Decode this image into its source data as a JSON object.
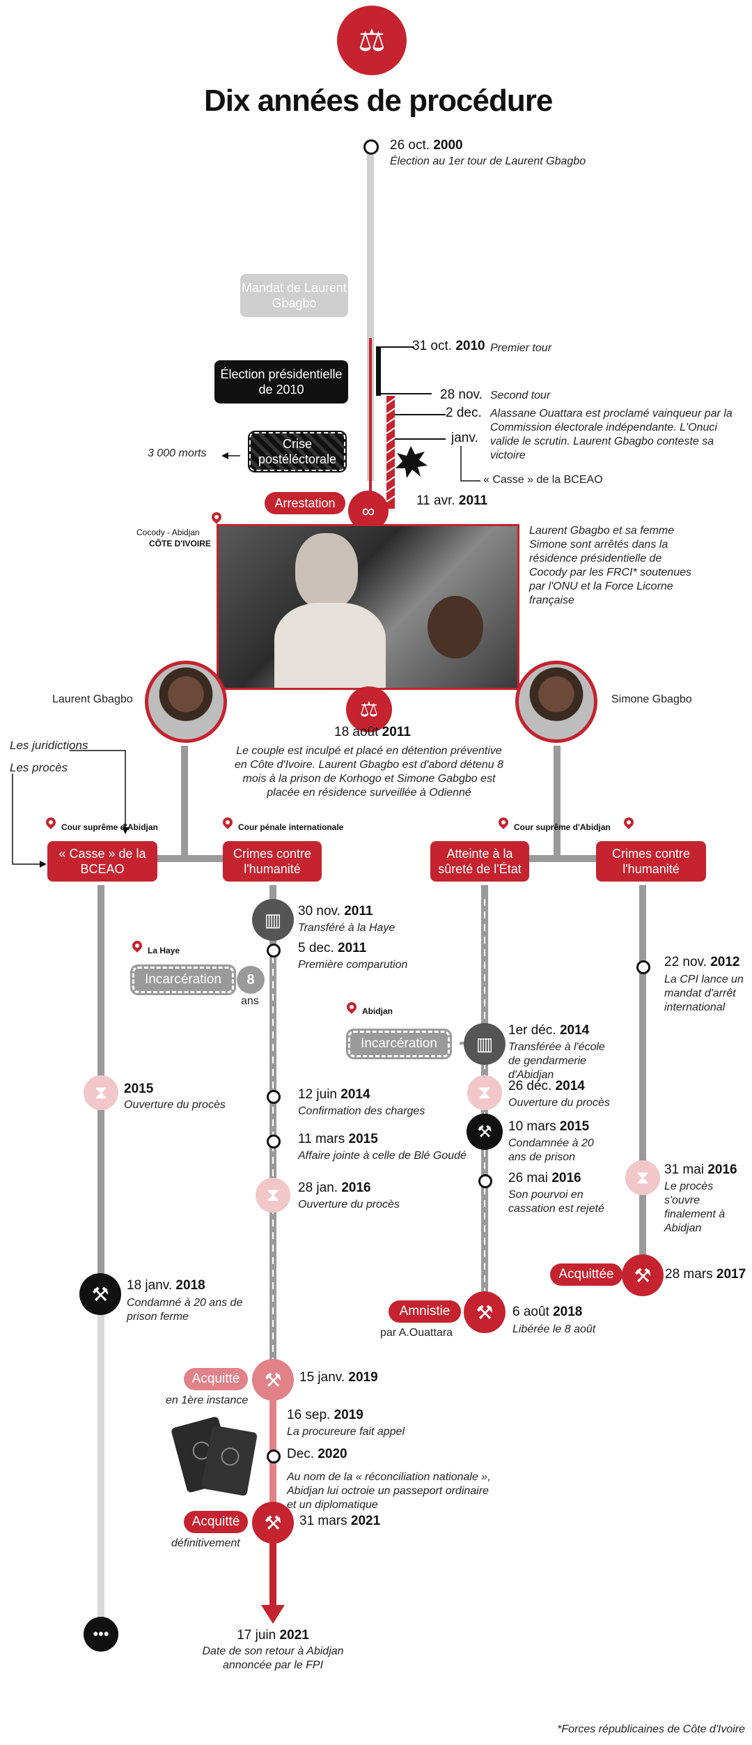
{
  "title": "Dix années de procédure",
  "top": [
    {
      "date": "26 oct. ",
      "year": "2000",
      "desc": "Élection au 1er tour de Laurent Gbagbo"
    }
  ],
  "periods": {
    "mandat": "Mandat de Laurent Gbagbo",
    "election": "Élection présidentielle de 2010",
    "crise": "Crise postéléctorale",
    "deaths": "3 000 morts",
    "arrest": "Arrestation"
  },
  "election_steps": [
    {
      "date": "31 oct. ",
      "year": "2010",
      "desc": "Premier tour"
    },
    {
      "date": "28 nov.",
      "year": "",
      "desc": "Second tour"
    },
    {
      "date": "2 dec.",
      "year": "",
      "desc": "Alassane Ouattara est proclamé vainqueur par la Commission électorale indépendante. L'Onuci valide le scrutin. Laurent Gbagbo conteste sa victoire"
    },
    {
      "date": "janv.",
      "year": "",
      "desc": "« Casse » de la BCEAO"
    }
  ],
  "arrest": {
    "date": "11 avr. ",
    "year": "2011",
    "location": "Cocody - Abidjan",
    "country": "CÔTE D'IVOIRE",
    "desc": "Laurent Gbagbo et sa femme Simone sont arrêtés dans la résidence présidentielle de Cocody par les FRCI* soutenues par l'ONU et la Force Licorne française"
  },
  "people": {
    "laurent": "Laurent Gbagbo",
    "simone": "Simone Gbagbo"
  },
  "charge": {
    "date": "18 août ",
    "year": "2011",
    "desc": "Le couple est inculpé et placé en détention préventive en Côte d'Ivoire. Laurent Gbagbo est d'abord détenu 8 mois à la prison de Korhogo et Simone Gabgbo est placée en résidence surveillée à Odienné"
  },
  "legend": {
    "juridictions": "Les juridictions",
    "proces": "Les procès"
  },
  "courts": {
    "c1": "Cour suprême d'Abidjan",
    "c2": "Cour pénale internationale",
    "c3": "Cour suprême d'Abidjan"
  },
  "cases": {
    "bceao": "« Casse » de la BCEAO",
    "crimes1": "Crimes contre l'humanité",
    "surete": "Atteinte à la sûreté de l'État",
    "crimes2": "Crimes contre l'humanité"
  },
  "bceao_track": [
    {
      "date": "",
      "year": "2015",
      "desc": "Ouverture du procès"
    },
    {
      "date": "18 janv. ",
      "year": "2018",
      "desc": "Condamné à 20 ans de prison ferme"
    }
  ],
  "cpi_track": [
    {
      "date": "30 nov. ",
      "year": "2011",
      "desc": "Transféré à la Haye"
    },
    {
      "date": "5 dec. ",
      "year": "2011",
      "desc": "Première comparution"
    },
    {
      "date": "12 juin ",
      "year": "2014",
      "desc": "Confirmation des charges"
    },
    {
      "date": "11 mars ",
      "year": "2015",
      "desc": "Affaire jointe à celle de Blé Goudé"
    },
    {
      "date": "28 jan. ",
      "year": "2016",
      "desc": "Ouverture du procès"
    },
    {
      "date": "15 janv. ",
      "year": "2019",
      "desc": ""
    },
    {
      "date": "16 sep. ",
      "year": "2019",
      "desc": "La procureure fait appel"
    },
    {
      "date": "Dec. ",
      "year": "2020",
      "desc": "Au nom de la « réconciliation nationale », Abidjan lui octroie un passeport ordinaire et un diplomatique"
    },
    {
      "date": "31 mars ",
      "year": "2021",
      "desc": ""
    },
    {
      "date": "17 juin ",
      "year": "2021",
      "desc": "Date de son retour à Abidjan annoncée par le FPI"
    }
  ],
  "haye": {
    "place": "La Haye",
    "label": "Incarcération",
    "num": "8",
    "unit": "ans"
  },
  "abidjan": {
    "place": "Abidjan",
    "label": "Incarcération"
  },
  "acquit1": {
    "label": "Acquitté",
    "sub": "en 1ère instance"
  },
  "acquit2": {
    "label": "Acquitté",
    "sub": "définitivement"
  },
  "surete_track": [
    {
      "date": "1er déc. ",
      "year": "2014",
      "desc": "Transférée à l'école de gendarmerie d'Abidjan"
    },
    {
      "date": "26 déc. ",
      "year": "2014",
      "desc": "Ouverture du procès"
    },
    {
      "date": "10 mars ",
      "year": "2015",
      "desc": "Condamnée à 20 ans de prison"
    },
    {
      "date": "26 mai ",
      "year": "2016",
      "desc": "Son pourvoi en cassation est rejeté"
    },
    {
      "date": "6 août ",
      "year": "2018",
      "desc": "Libérée le 8 août"
    }
  ],
  "amnistie": {
    "label": "Amnistie",
    "sub": "par A.Ouattara"
  },
  "crimes2_track": [
    {
      "date": "22 nov. ",
      "year": "2012",
      "desc": "La CPI lance un mandat d'arrêt international"
    },
    {
      "date": "31 mai ",
      "year": "2016",
      "desc": "Le procès s'ouvre finalement à Abidjan"
    },
    {
      "date": "28 mars ",
      "year": "2017",
      "desc": ""
    }
  ],
  "acquit3": {
    "label": "Acquittée"
  },
  "footnote": "*Forces républicaines de Côte d'Ivoire",
  "colors": {
    "red": "#c4232f",
    "pink": "#e08288",
    "grey": "#9a9a9a",
    "light": "#d9d9d9"
  }
}
